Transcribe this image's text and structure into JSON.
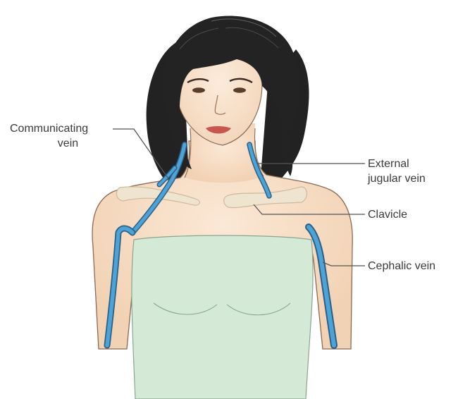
{
  "labels": {
    "communicating_vein": {
      "line1": "Communicating",
      "line2": "vein"
    },
    "external_jugular_vein": {
      "line1": "External",
      "line2": "jugular vein"
    },
    "clavicle": "Clavicle",
    "cephalic_vein": "Cephalic vein"
  },
  "colors": {
    "skin": "#f6dcc3",
    "skin_outline": "#8a6a55",
    "vein": "#4da3d6",
    "vein_outline": "#2c5f86",
    "bone": "#efe4cf",
    "garment": "#d4ead6",
    "hair": "#222222",
    "leader": "#555555"
  }
}
